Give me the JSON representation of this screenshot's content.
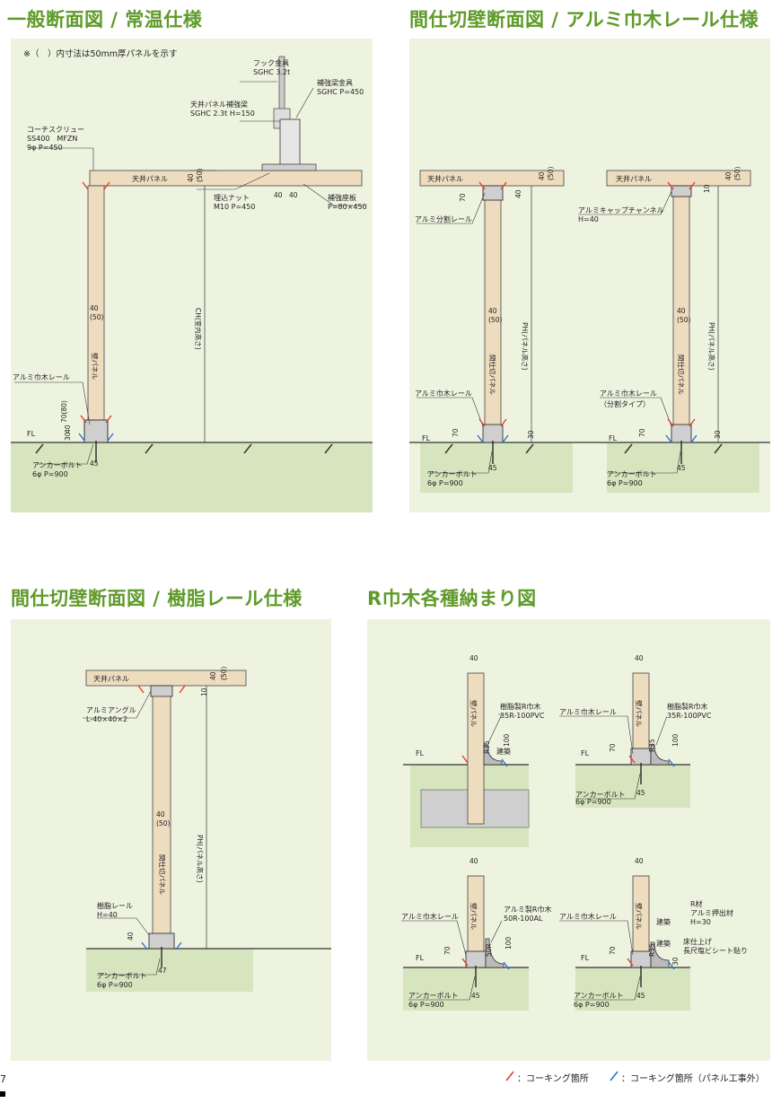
{
  "page_number": "7",
  "colors": {
    "title": "#5f9a2a",
    "panel": "#eef3e0",
    "ground": "#d7e5bf",
    "panel_core": "#eedcbe",
    "caulk_red": "#e33c2c",
    "caulk_blue": "#2f6fd0"
  },
  "sec1": {
    "title": "一般断面図 / 常温仕様",
    "note": "※（　）内寸法は50mm厚パネルを示す",
    "labels": {
      "hook": "フック金具",
      "hook_spec": "SGHC 3.2t",
      "reinf": "補強梁金具",
      "reinf_spec": "SGHC P=450",
      "beam": "天井パネル補強梁",
      "beam_spec": "SGHC 2.3t H=150",
      "coach": "コーチスクリュー",
      "coach_spec1": "SS400　MFZN",
      "coach_spec2": "9φ P=450",
      "ceiling": "天井パネル",
      "nut": "埋込ナット",
      "nut_spec": "M10 P=450",
      "plate": "補強座板",
      "plate_spec": "P=80×450",
      "wall": "壁パネル",
      "rail": "アルミ巾木レール",
      "ch": "CH(室内高さ)",
      "fl": "FL",
      "anchor": "アンカーボルト",
      "anchor_spec": "6φ P=900",
      "d40": "40",
      "d50": "(50)",
      "d40b": "40",
      "d50b": "(50)",
      "d70": "70(80)",
      "d30": "30",
      "d40c": "40",
      "d45": "45",
      "d40x": "40",
      "d40y": "40"
    }
  },
  "sec2": {
    "title": "間仕切壁断面図 / アルミ巾木レール仕様",
    "left": {
      "ceiling": "天井パネル",
      "split_rail": "アルミ分割レール",
      "partition": "間仕切パネル",
      "rail": "アルミ巾木レール",
      "ph": "PH(パネル高さ)",
      "fl": "FL",
      "anchor": "アンカーボルト",
      "anchor_spec": "6φ P=900",
      "d40": "40",
      "d50": "(50)",
      "d70t": "70",
      "d40t": "40",
      "d40m": "40",
      "d50m": "(50)",
      "d70b": "70",
      "d30": "30",
      "d45": "45"
    },
    "right": {
      "ceiling": "天井パネル",
      "cap": "アルミキャップチャンネル",
      "cap_h": "H=40",
      "partition": "間仕切パネル",
      "rail": "アルミ巾木レール",
      "rail_type": "（分割タイプ）",
      "ph": "PH(パネル高さ)",
      "fl": "FL",
      "anchor": "アンカーボルト",
      "anchor_spec": "6φ P=900",
      "d40": "40",
      "d50": "(50)",
      "d10": "10",
      "d40m": "40",
      "d50m": "(50)",
      "d70b": "70",
      "d30": "30",
      "d45": "45"
    }
  },
  "sec3": {
    "title": "間仕切壁断面図 / 樹脂レール仕様",
    "labels": {
      "ceiling": "天井パネル",
      "angle": "アルミアングル",
      "angle_spec": "L-40×40×2",
      "partition": "間仕切パネル",
      "resin": "樹脂レール",
      "resin_h": "H=40",
      "ph": "PH(パネル高さ)",
      "anchor": "アンカーボルト",
      "anchor_spec": "6φ P=900",
      "d40": "40",
      "d50": "(50)",
      "d10": "10",
      "d40m": "40",
      "d50m": "(50)",
      "d40b": "40",
      "d47": "47"
    }
  },
  "sec4": {
    "title": "R巾木各種納まり図",
    "tl": {
      "d40": "40",
      "wall": "壁パネル",
      "base": "樹脂製R巾木",
      "base_spec": "35R-100PVC",
      "r": "R35",
      "d100": "100",
      "kenchiku": "建築",
      "fl": "FL"
    },
    "tr": {
      "d40": "40",
      "wall": "壁パネル",
      "rail": "アルミ巾木レール",
      "base": "樹脂製R巾木",
      "base_spec": "35R-100PVC",
      "r": "R35",
      "d100": "100",
      "d70": "70",
      "fl": "FL",
      "anchor": "アンカーボルト",
      "anchor_spec": "6φ P=900",
      "d45": "45"
    },
    "bl": {
      "d40": "40",
      "wall": "壁パネル",
      "rail": "アルミ巾木レール",
      "base": "アルミ製R巾木",
      "base_spec": "50R-100AL",
      "r": "50R",
      "d100": "100",
      "d70": "70",
      "fl": "FL",
      "anchor": "アンカーボルト",
      "anchor_spec": "6φ P=900",
      "d45": "45"
    },
    "br": {
      "d40": "40",
      "wall": "壁パネル",
      "rail": "アルミ巾木レール",
      "r_mat": "R材",
      "push": "アルミ押出材",
      "push_h": "H=30",
      "kenchiku1": "建築",
      "kenchiku2": "建築",
      "finish": "床仕上げ",
      "sheet": "長尺塩ビシート貼り",
      "r": "R35",
      "d30": "30",
      "d70": "70",
      "fl": "FL",
      "anchor": "アンカーボルト",
      "anchor_spec": "6φ P=900",
      "d45": "45"
    }
  },
  "legend": {
    "red": "：コーキング箇所",
    "blue": "：コーキング箇所（パネル工事外）"
  }
}
